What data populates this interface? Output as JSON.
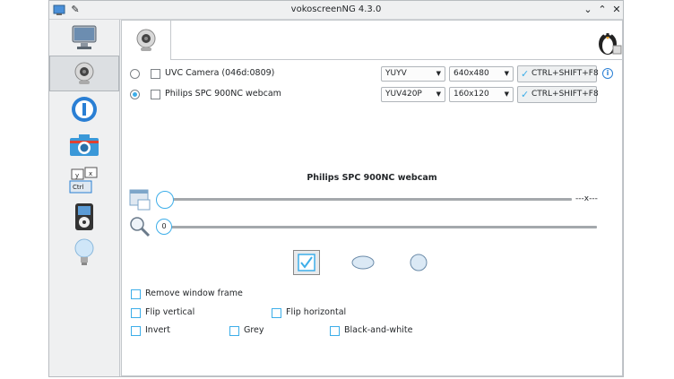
{
  "window": {
    "title": "vokoscreenNG 4.3.0"
  },
  "cameras": [
    {
      "name": "UVC Camera (046d:0809)",
      "format": "YUYV",
      "resolution": "640x480",
      "hotkey": "CTRL+SHIFT+F8",
      "selected": false
    },
    {
      "name": "Philips SPC 900NC webcam",
      "format": "YUV420P",
      "resolution": "160x120",
      "hotkey": "CTRL+SHIFT+F8",
      "selected": true
    }
  ],
  "preview": {
    "camera_title": "Philips SPC 900NC webcam",
    "size_value": "---x---",
    "zoom_value": "0"
  },
  "options": {
    "remove_frame": "Remove window frame",
    "flip_vertical": "Flip vertical",
    "flip_horizontal": "Flip horizontal",
    "invert": "Invert",
    "grey": "Grey",
    "black_white": "Black-and-white"
  },
  "colors": {
    "accent": "#3daee9",
    "window_bg": "#eff0f1",
    "content_bg": "#ffffff"
  },
  "icons": {
    "sidebar": [
      "monitor-icon",
      "webcam-icon",
      "player-icon",
      "camera-icon",
      "hotkey-icon",
      "mediaplayer-icon",
      "lightbulb-icon"
    ]
  }
}
